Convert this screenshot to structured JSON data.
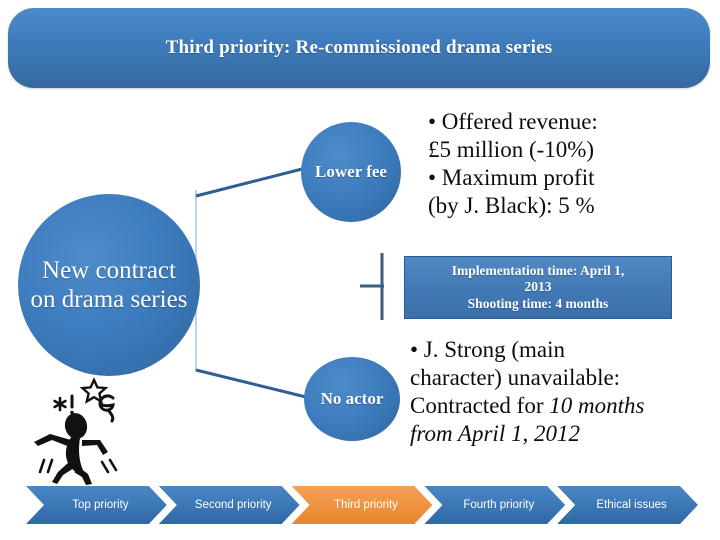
{
  "slide": {
    "title": "Third priority: Re-commissioned drama series"
  },
  "diagram": {
    "main_node": "New contract on drama series",
    "branches": [
      {
        "label": "Lower fee"
      },
      {
        "label": "No actor"
      }
    ],
    "notes": {
      "revenue_line1": "• Offered revenue:",
      "revenue_line2": "£5 million (-10%)",
      "revenue_line3": "• Maximum profit",
      "revenue_line4": "(by J. Black): 5 %",
      "actor_line1": "• J. Strong (main",
      "actor_line2": "character) unavailable:",
      "actor_line3_prefix": "Contracted for ",
      "actor_line3_italic": "10 months",
      "actor_line4_italic": "from April 1, 2012"
    },
    "impl_box": {
      "line1": "Implementation time: April 1,",
      "line2": "2013",
      "line3": "Shooting time: 4 months"
    }
  },
  "clipart": {
    "name": "frustrated-stick-figure"
  },
  "breadcrumb": {
    "items": [
      {
        "label": "Top priority",
        "active": false
      },
      {
        "label": "Second priority",
        "active": false
      },
      {
        "label": "Third priority",
        "active": true
      },
      {
        "label": "Fourth priority",
        "active": false
      },
      {
        "label": "Ethical issues",
        "active": false
      }
    ]
  },
  "colors": {
    "accent_blue": "#3d7cbe",
    "banner_blue": "#3f7cbd",
    "active_orange": "#ef9342",
    "text_dark": "#0d0d0d",
    "white": "#ffffff"
  }
}
